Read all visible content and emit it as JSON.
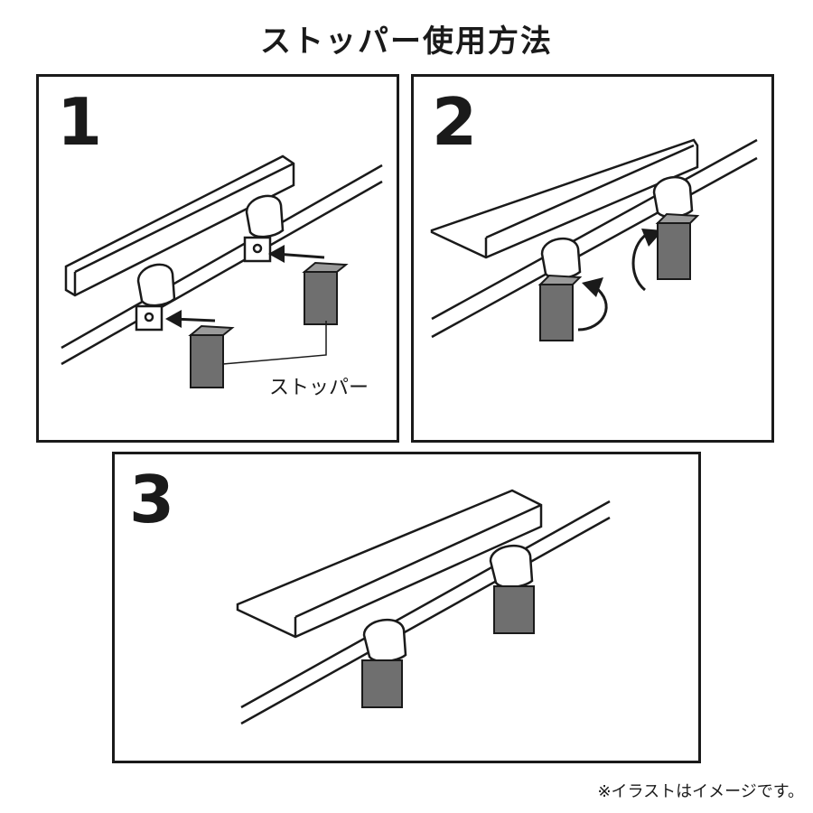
{
  "title": "ストッパー使用方法",
  "steps": [
    {
      "number": "1",
      "label": "ストッパー"
    },
    {
      "number": "2"
    },
    {
      "number": "3"
    }
  ],
  "note": "※イラストはイメージです。",
  "colors": {
    "line": "#1a1a1a",
    "stopper": "#6f6f6f",
    "stopper_top": "#9a9a9a",
    "background": "#ffffff"
  }
}
